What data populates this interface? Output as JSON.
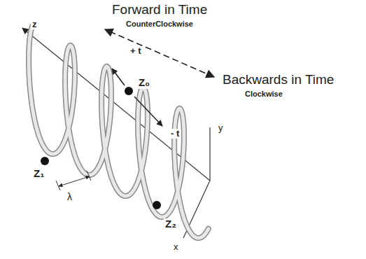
{
  "diagram": {
    "labels": [
      "Forward in Time",
      "CounterClockwise",
      "Backwards in Time",
      "Clockwise",
      "z",
      "+ t",
      "Z₀",
      "- t",
      "Z₁",
      "λ",
      "Z₂",
      "y",
      "x"
    ]
  }
}
